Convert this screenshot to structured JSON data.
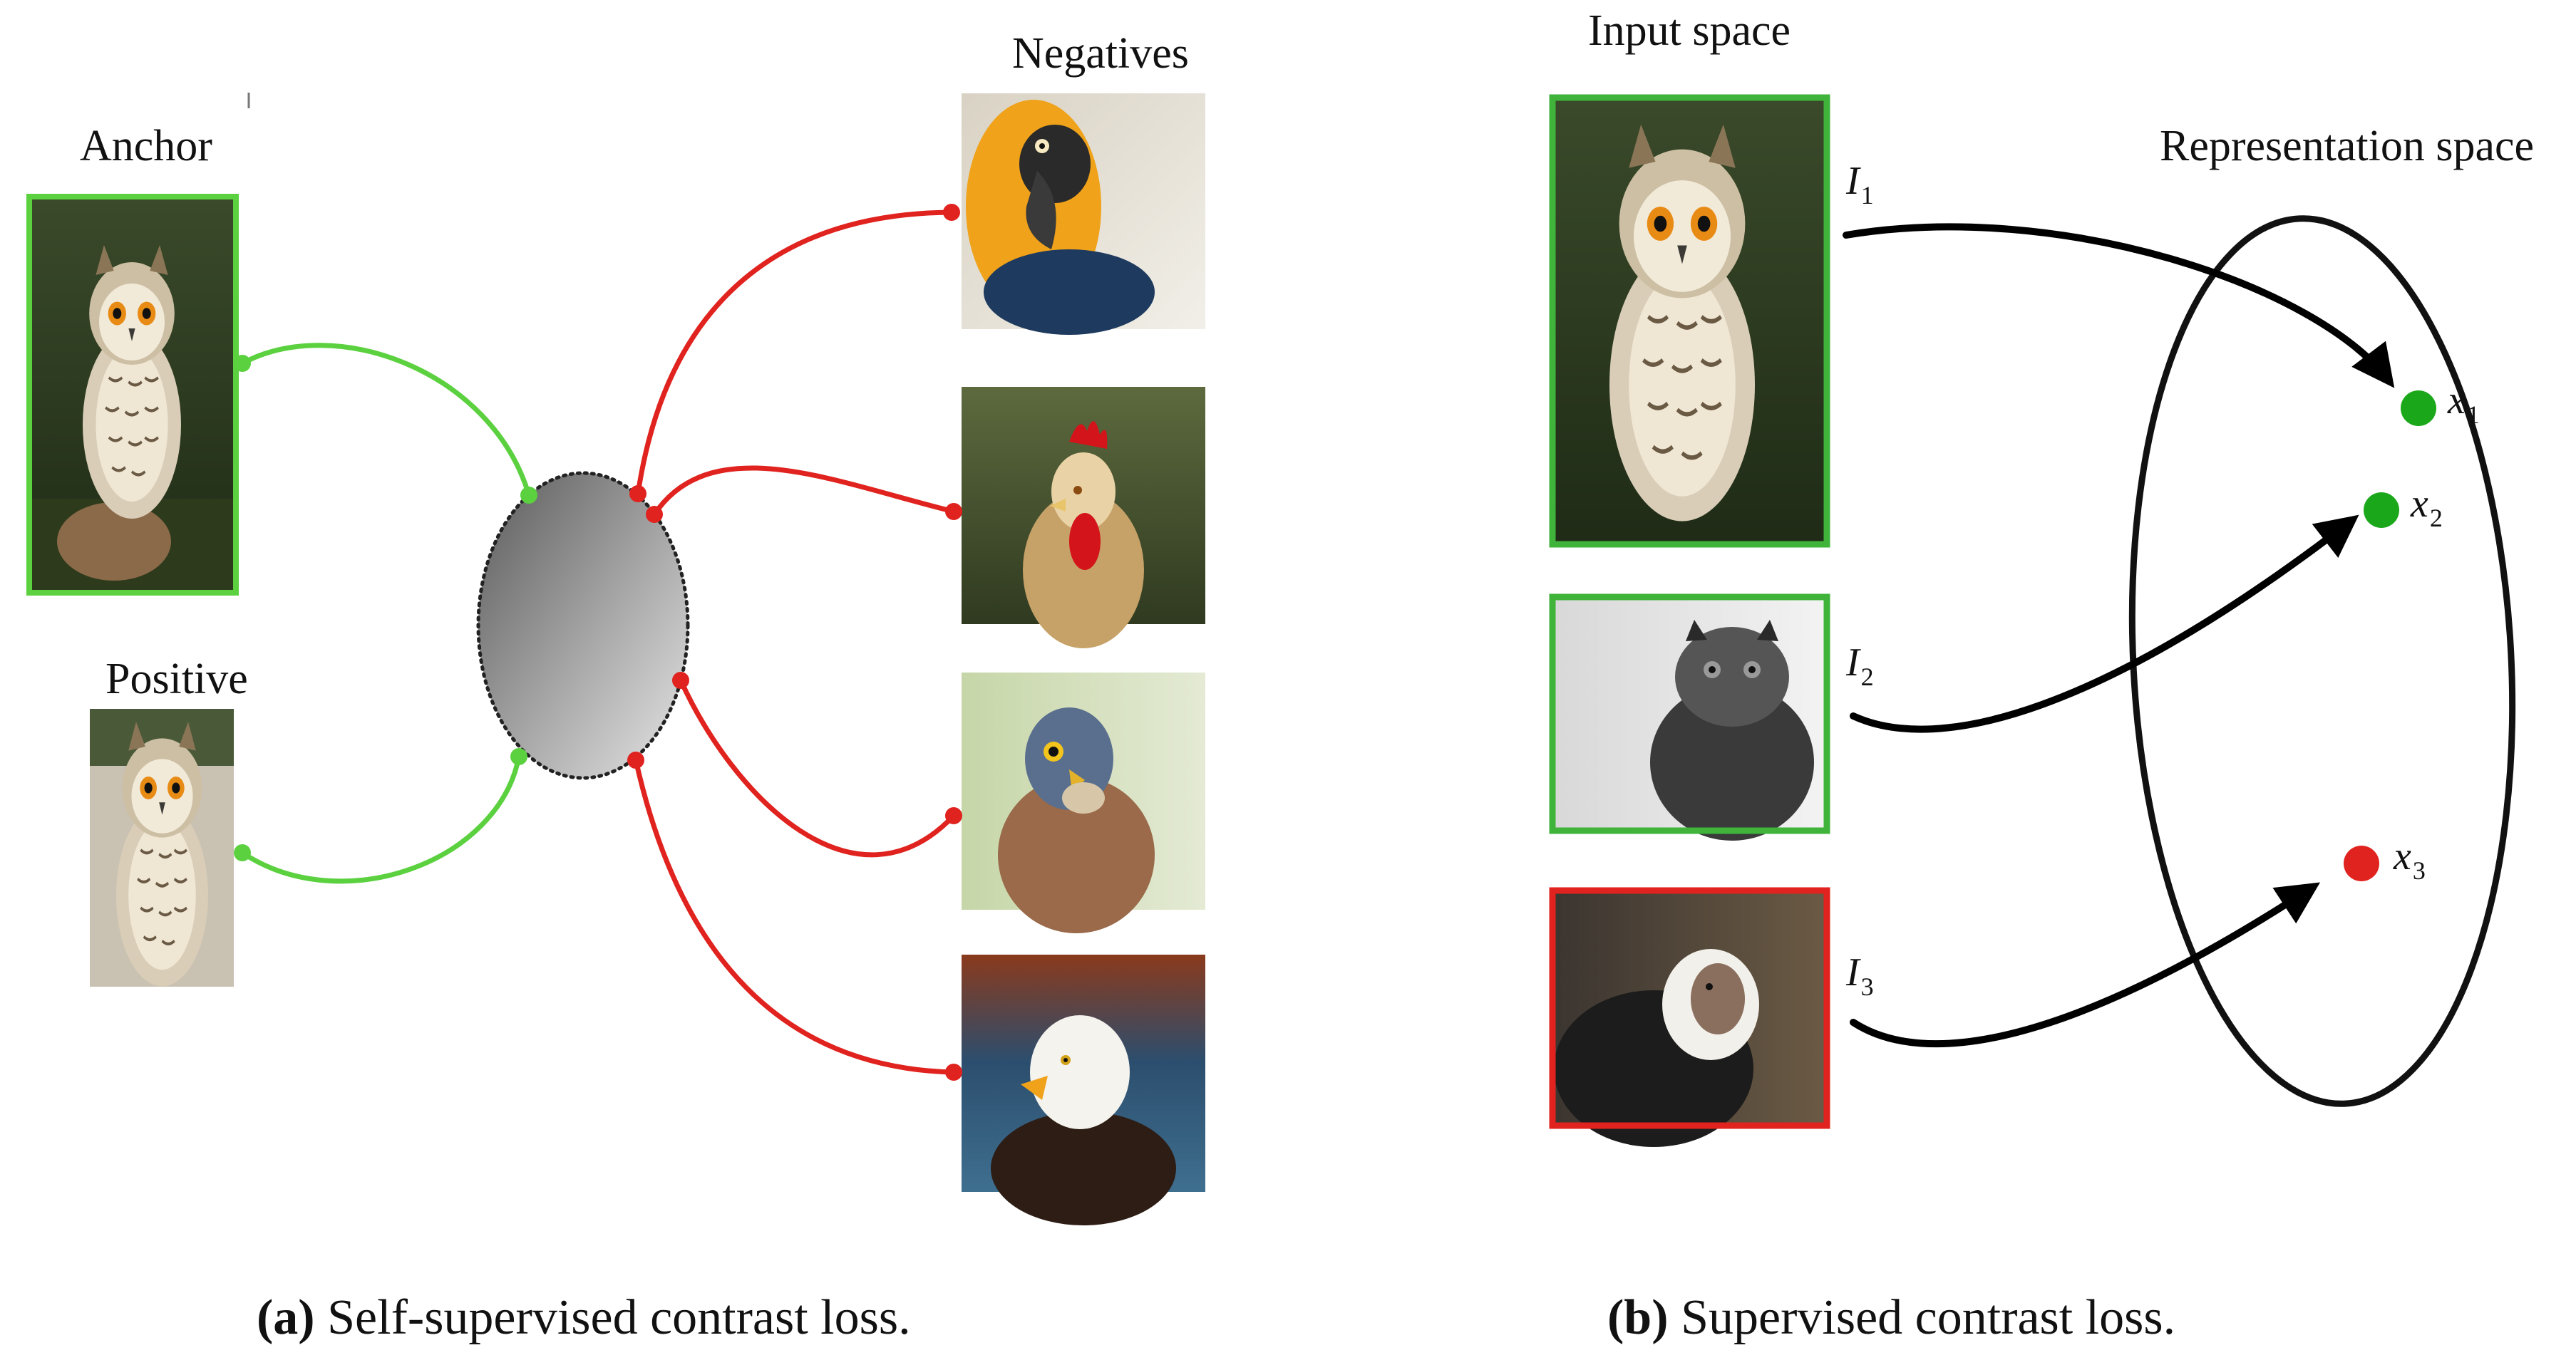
{
  "panel_a": {
    "anchor_label": "Anchor",
    "positive_label": "Positive",
    "negatives_label": "Negatives",
    "caption_tag": "(a)",
    "caption_text": "Self-supervised contrast loss."
  },
  "panel_b": {
    "input_space_label": "Input space",
    "representation_space_label": "Representation space",
    "inputs": [
      {
        "symbol": "I",
        "subscript": "1"
      },
      {
        "symbol": "I",
        "subscript": "2"
      },
      {
        "symbol": "I",
        "subscript": "3"
      }
    ],
    "points": [
      {
        "symbol": "x",
        "subscript": "1"
      },
      {
        "symbol": "x",
        "subscript": "2"
      },
      {
        "symbol": "x",
        "subscript": "3"
      }
    ],
    "caption_tag": "(b)",
    "caption_text": "Supervised contrast loss."
  },
  "colors": {
    "positive": "#5cd140",
    "negative": "#e0231f",
    "point_green": "#1aa81a",
    "point_red": "#e0231f",
    "arrow": "#000000"
  }
}
